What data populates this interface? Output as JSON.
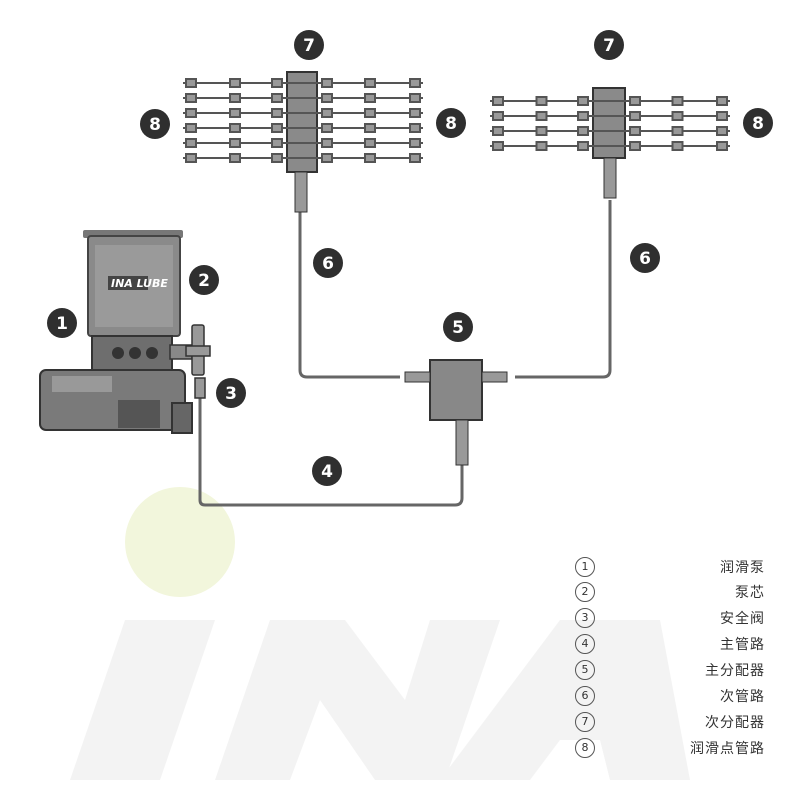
{
  "pump": {
    "brand": "INA LUBE"
  },
  "badges": [
    {
      "id": "b1",
      "text": "1"
    },
    {
      "id": "b2",
      "text": "2"
    },
    {
      "id": "b3",
      "text": "3"
    },
    {
      "id": "b4",
      "text": "4"
    },
    {
      "id": "b5",
      "text": "5"
    },
    {
      "id": "b6a",
      "text": "6"
    },
    {
      "id": "b6b",
      "text": "6"
    },
    {
      "id": "b7a",
      "text": "7"
    },
    {
      "id": "b7b",
      "text": "7"
    },
    {
      "id": "b8a",
      "text": "8"
    },
    {
      "id": "b8b",
      "text": "8"
    },
    {
      "id": "b8c",
      "text": "8"
    }
  ],
  "legend": [
    {
      "num": "1",
      "label": "润滑泵"
    },
    {
      "num": "2",
      "label": "泵芯"
    },
    {
      "num": "3",
      "label": "安全阀"
    },
    {
      "num": "4",
      "label": "主管路"
    },
    {
      "num": "5",
      "label": "主分配器"
    },
    {
      "num": "6",
      "label": "次管路"
    },
    {
      "num": "7",
      "label": "次分配器"
    },
    {
      "num": "8",
      "label": "润滑点管路"
    }
  ],
  "watermark": "INA",
  "colors": {
    "badge": "#2f2f2f",
    "line": "#555555",
    "accent_circle": "#f2f6dc",
    "watermark": "#f3f3f3"
  }
}
